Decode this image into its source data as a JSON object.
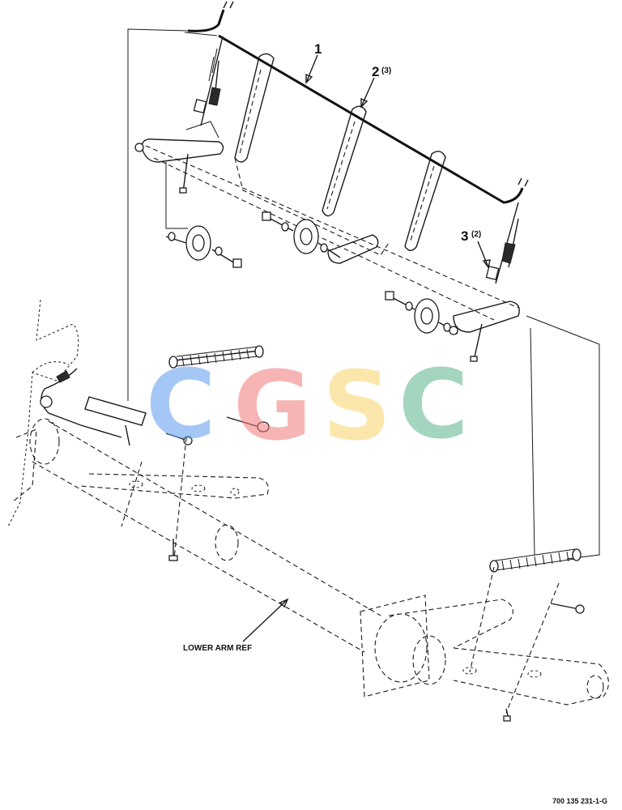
{
  "callouts": [
    {
      "number": "1",
      "qty": ""
    },
    {
      "number": "2",
      "qty": "(3)"
    },
    {
      "number": "3",
      "qty": "(2)"
    }
  ],
  "reference_label": "LOWER ARM REF",
  "watermark": {
    "letters": [
      "C",
      "G",
      "S",
      "C"
    ],
    "colors": [
      "#5b9bf0",
      "#f07a78",
      "#f8d56a",
      "#5ab48a"
    ]
  },
  "figure_id": "700 135 231-1-G"
}
